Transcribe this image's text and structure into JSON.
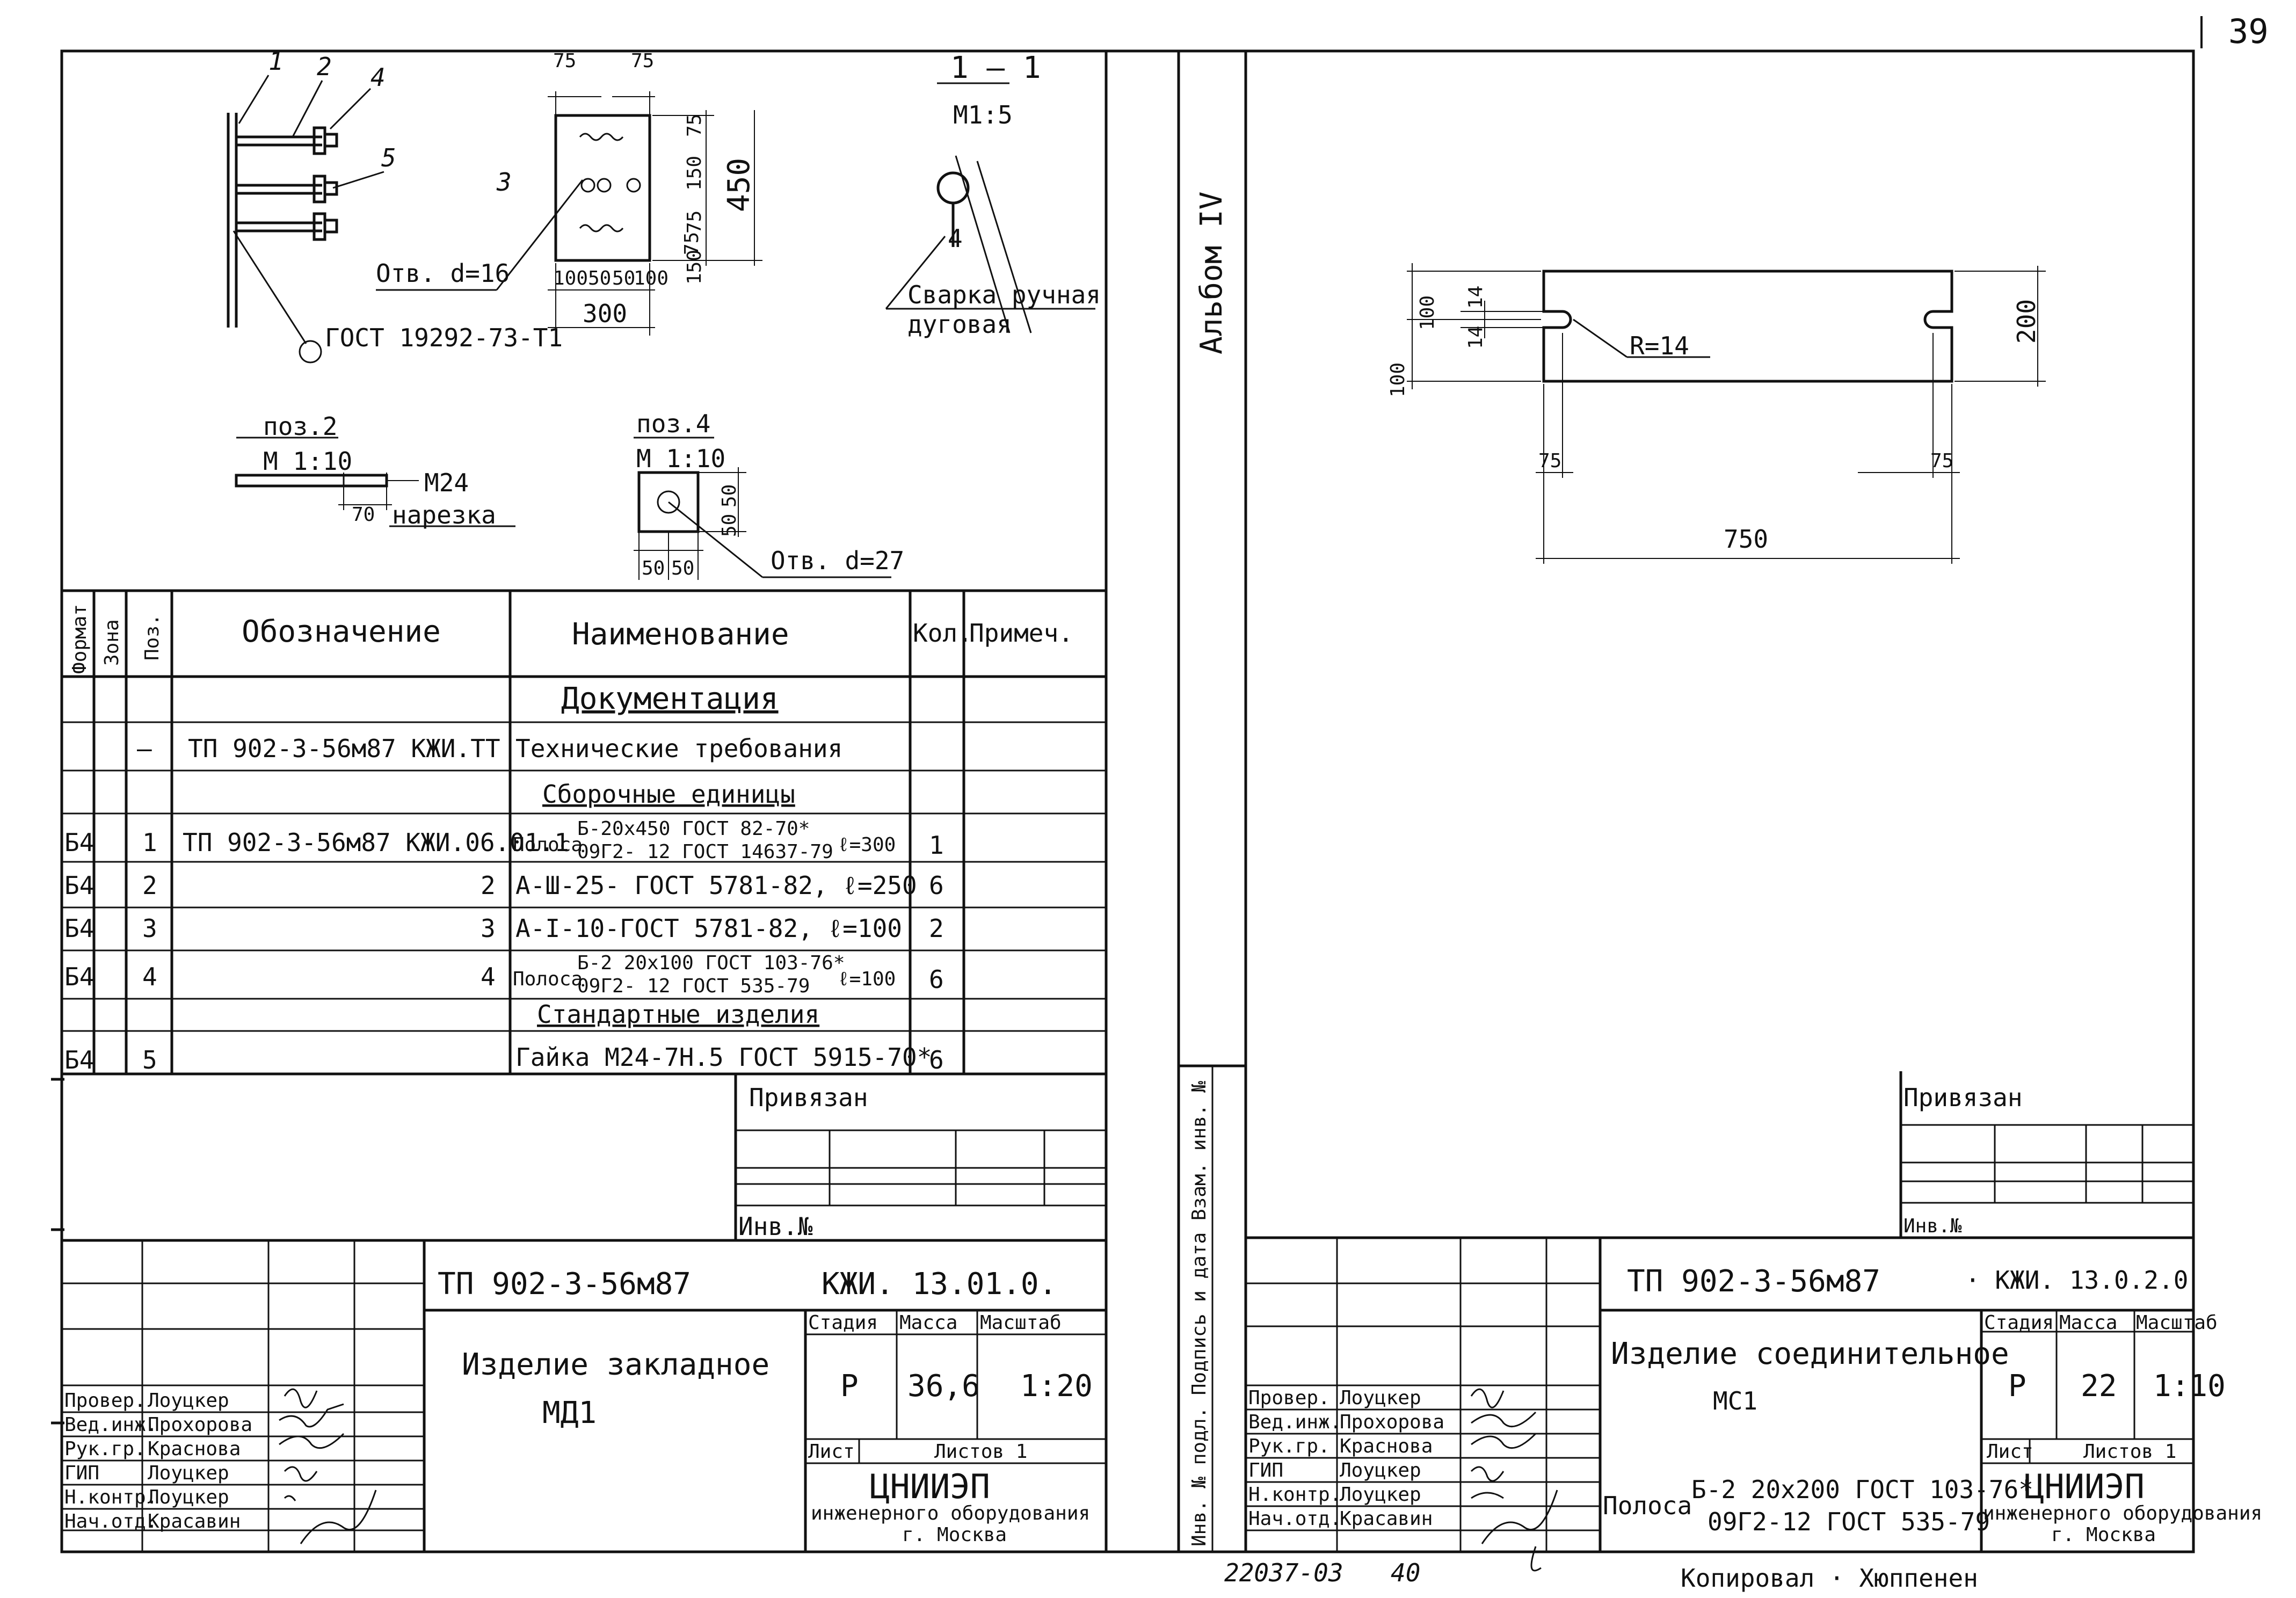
{
  "sheet_number": "39",
  "album": "Альбом IV",
  "left_drawing": {
    "pos_labels": [
      "1",
      "2",
      "4",
      "5",
      "3"
    ],
    "dims": [
      "75",
      "75",
      "75",
      "150",
      "75",
      "150",
      "75",
      "450",
      "100",
      "50",
      "50",
      "100",
      "300"
    ],
    "hole_note": "Отв. d=16",
    "gost_note": "ГОСТ 19292-73-Т1",
    "section": {
      "title": "1 — 1",
      "scale": "М1:5",
      "weld_num": "4",
      "weld_note1": "Сварка ручная",
      "weld_note2": "дуговая"
    },
    "pos2": {
      "title": "поз.2",
      "scale": "М 1:10",
      "thread": "М24",
      "len": "70",
      "note": "нарезка"
    },
    "pos4": {
      "title": "поз.4",
      "scale": "М 1:10",
      "d1": "50",
      "d2": "50",
      "d3": "50",
      "d4": "50",
      "hole": "Отв. d=27"
    }
  },
  "spec_table": {
    "headers": {
      "format": "Формат",
      "zone": "Зона",
      "pos": "Поз.",
      "designation": "Обозначение",
      "name": "Наименование",
      "qty": "Кол.",
      "note": "Примеч."
    },
    "sections": {
      "docs": "Документация",
      "assembly": "Сборочные единицы",
      "standard": "Стандартные изделия"
    },
    "rows": [
      {
        "format": "",
        "pos": "—",
        "designation": "ТП 902-3-56м87 КЖИ.ТТ",
        "name": "Технические требования",
        "qty": ""
      },
      {
        "format": "Б4",
        "pos": "1",
        "designation": "ТП 902-3-56м87 КЖИ.06.01.1",
        "name_pre": "Полоса",
        "name_top": "Б-20х450 ГОСТ 82-70*",
        "name_bot": "09Г2- 12 ГОСТ 14637-79",
        "name_post": "ℓ=300",
        "qty": "1"
      },
      {
        "format": "Б4",
        "pos": "2",
        "designation": "2",
        "name": "А-Ш-25- ГОСТ 5781-82, ℓ=250",
        "qty": "6"
      },
      {
        "format": "Б4",
        "pos": "3",
        "designation": "3",
        "name": "А-I-10-ГОСТ 5781-82, ℓ=100",
        "qty": "2"
      },
      {
        "format": "Б4",
        "pos": "4",
        "designation": "4",
        "name_pre": "Полоса",
        "name_top": "Б-2 20х100 ГОСТ 103-76*",
        "name_bot": "09Г2- 12 ГОСТ 535-79",
        "name_post": "ℓ=100",
        "qty": "6"
      },
      {
        "format": "Б4",
        "pos": "5",
        "designation": "",
        "name": "Гайка М24-7Н.5 ГОСТ 5915-70*",
        "qty": "6"
      }
    ]
  },
  "left_title": {
    "privyazan": "Привязан",
    "inv": "Инв.№",
    "doc": "ТП 902-3-56м87",
    "code": "КЖИ. 13.01.0.",
    "product1": "Изделие закладное",
    "product2": "МД1",
    "stage_h": "Стадия",
    "mass_h": "Масса",
    "scale_h": "Масштаб",
    "stage": "Р",
    "mass": "36,6",
    "scale": "1:20",
    "sheet_h": "Лист",
    "sheets_h": "Листов 1",
    "org1": "ЦНИИЭП",
    "org2": "инженерного оборудования",
    "org3": "г. Москва",
    "roles": [
      {
        "role": "Провер.",
        "name": "Лоуцкер"
      },
      {
        "role": "Вед.инж.",
        "name": "Прохорова"
      },
      {
        "role": "Рук.гр.",
        "name": "Краснова"
      },
      {
        "role": "ГИП",
        "name": "Лоуцкер"
      },
      {
        "role": "Н.контр.",
        "name": "Лоуцкер"
      },
      {
        "role": "Нач.отд.",
        "name": "Красавин"
      }
    ]
  },
  "vertical_strip": "Инв. № подл. Подпись и дата Взам. инв. №",
  "right_drawing": {
    "d100a": "100",
    "d100b": "100",
    "d14a": "14",
    "d14b": "14",
    "radius": "R=14",
    "h": "200",
    "d75a": "75",
    "d75b": "75",
    "len": "750"
  },
  "right_title": {
    "privyazan": "Привязан",
    "inv": "Инв.№",
    "doc": "ТП 902-3-56м87",
    "code": "· КЖИ. 13.0.2.0",
    "product1": "Изделие соединительное",
    "product2": "МС1",
    "strip_pre": "Полоса",
    "strip_top": "Б-2 20х200 ГОСТ 103-76*",
    "strip_bot": "09Г2-12 ГОСТ 535-79",
    "stage_h": "Стадия",
    "mass_h": "Масса",
    "scale_h": "Масштаб",
    "stage": "Р",
    "mass": "22",
    "scale": "1:10",
    "sheet_h": "Лист",
    "sheets_h": "Листов 1",
    "org1": "ЦНИИЭП",
    "org2": "инженерного оборудования",
    "org3": "г. Москва",
    "roles": [
      {
        "role": "Провер.",
        "name": "Лоуцкер"
      },
      {
        "role": "Вед.инж.",
        "name": "Прохорова"
      },
      {
        "role": "Рук.гр.",
        "name": "Краснова"
      },
      {
        "role": "ГИП",
        "name": "Лоуцкер"
      },
      {
        "role": "Н.контр.",
        "name": "Лоуцкер"
      },
      {
        "role": "Нач.отд.",
        "name": "Красавин"
      }
    ]
  },
  "footer": {
    "code": "22037-03",
    "page": "40",
    "copied": "Копировал · Хюппенен"
  }
}
